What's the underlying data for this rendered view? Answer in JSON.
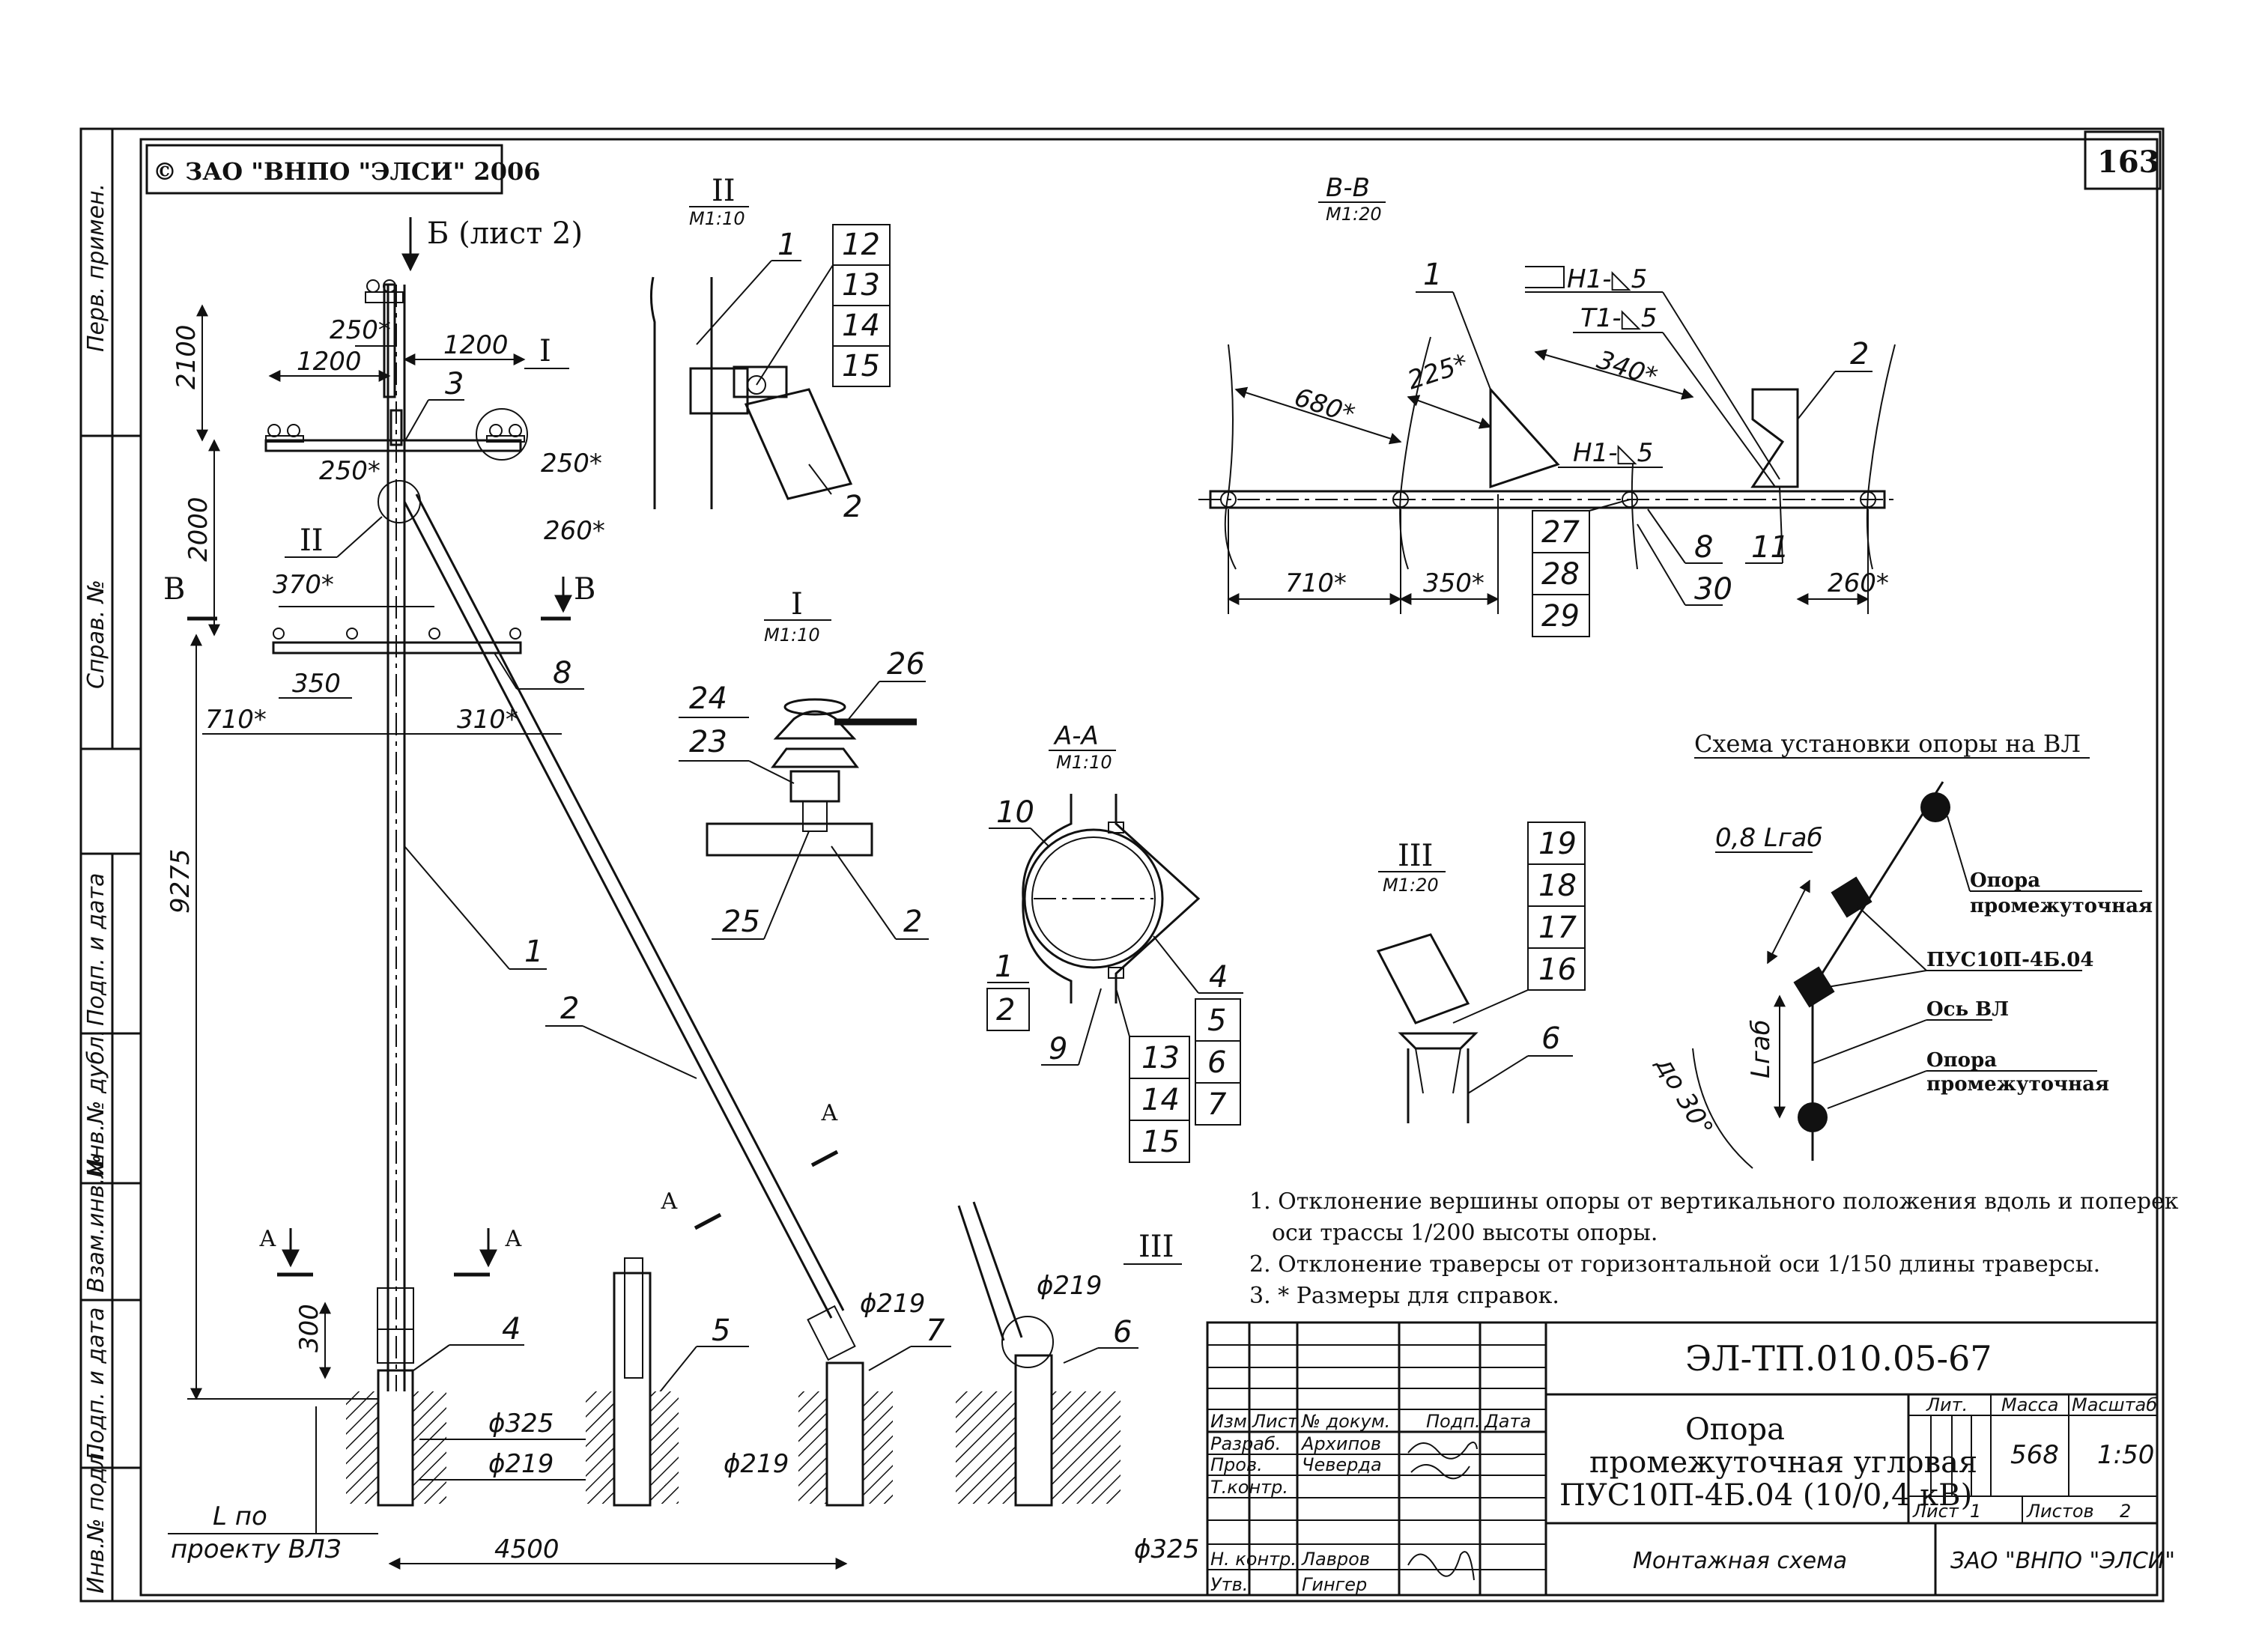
{
  "header": {
    "copyright": "© ЗАО \"ВНПО \"ЭЛСИ\" 2006",
    "page_number": "163",
    "arrow_b": "Б (лист 2)"
  },
  "side_stamp": [
    "Перв. примен.",
    "Справ. №",
    "Подп. и дата",
    "Инв.№ дубл.",
    "Взам.инв.№",
    "Подп. и дата",
    "Инв.№ подл."
  ],
  "main_view": {
    "dims": [
      "2100",
      "250*",
      "1200",
      "1200",
      "250*",
      "250*",
      "2000",
      "260*",
      "370*",
      "350",
      "710*",
      "310*",
      "9275",
      "300",
      "4500",
      "ϕ325",
      "ϕ219",
      "ϕ219",
      "ϕ219",
      "ϕ219",
      "ϕ325"
    ],
    "section_letters": [
      "В",
      "В",
      "А",
      "А",
      "А",
      "А"
    ],
    "roman": [
      "I",
      "II",
      "III"
    ],
    "callouts": [
      "1",
      "2",
      "3",
      "4",
      "5",
      "6",
      "7",
      "8"
    ],
    "ground_note": [
      "L по",
      "проекту ВЛЗ"
    ]
  },
  "detail_ii": {
    "title": "II",
    "scale": "М1:10",
    "callouts": [
      "1",
      "12",
      "13",
      "14",
      "15",
      "2"
    ]
  },
  "section_bb": {
    "title": "В-В",
    "scale": "М1:20",
    "welds": [
      "H1-◺5",
      "T1-◺5",
      "H1-◺5"
    ],
    "dims": [
      "680*",
      "225*",
      "340*",
      "710*",
      "350*",
      "260*"
    ],
    "callouts": [
      "1",
      "2",
      "27",
      "28",
      "29",
      "8",
      "11",
      "30"
    ]
  },
  "detail_i": {
    "title": "I",
    "scale": "М1:10",
    "callouts": [
      "24",
      "23",
      "26",
      "25",
      "2"
    ]
  },
  "section_aa": {
    "title": "А-А",
    "scale": "М1:10",
    "callouts": [
      "10",
      "1",
      "2",
      "9",
      "4",
      "5",
      "6",
      "7",
      "13",
      "14",
      "15"
    ]
  },
  "detail_iii": {
    "title": "III",
    "scale": "М1:20",
    "callouts": [
      "19",
      "18",
      "17",
      "16",
      "6"
    ]
  },
  "scheme": {
    "title": "Схема установки опоры на ВЛ",
    "labels": [
      "0,8 Lгаб",
      "Lгаб",
      "до 30°",
      "Опора",
      "промежуточная",
      "ПУС10П-4Б.04",
      "Ось ВЛ",
      "Опора",
      "промежуточная"
    ]
  },
  "notes": [
    "1. Отклонение вершины опоры от вертикального положения вдоль и поперек",
    "оси трассы 1/200 высоты опоры.",
    "2. Отклонение траверсы от горизонтальной оси 1/150 длины траверсы.",
    "3. * Размеры для справок."
  ],
  "title_block": {
    "code": "ЭЛ-ТП.010.05-67",
    "name": [
      "Опора",
      "промежуточная угловая",
      "ПУС10П-4Б.04 (10/0,4 кВ)"
    ],
    "lit": "Лит.",
    "mass_label": "Масса",
    "scale_label": "Масштаб",
    "mass": "568",
    "scale": "1:50",
    "sheet": "Лист",
    "sheet_num": "1",
    "sheets": "Листов",
    "sheets_num": "2",
    "drawing_type": "Монтажная схема",
    "org": "ЗАО \"ВНПО \"ЭЛСИ\"",
    "hdr": [
      "Изм.",
      "Лист",
      "№ докум.",
      "Подп.",
      "Дата"
    ],
    "roles": [
      "Разраб.",
      "Пров.",
      "Т.контр.",
      "",
      "Н. контр.",
      "Утв."
    ],
    "names": [
      "Архипов",
      "Чеверда",
      "",
      "",
      "Лавров",
      "Гингер"
    ]
  }
}
